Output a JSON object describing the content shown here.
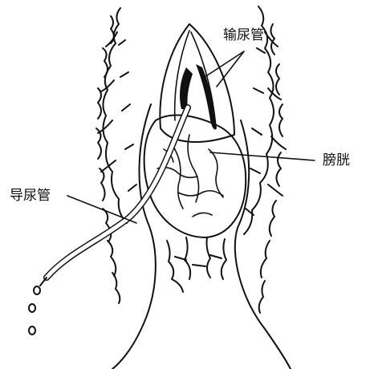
{
  "labels": {
    "ureter": "输尿管",
    "bladder": "膀胱",
    "catheter": "导尿管"
  },
  "colors": {
    "ink": "#111111",
    "background": "#ffffff"
  }
}
